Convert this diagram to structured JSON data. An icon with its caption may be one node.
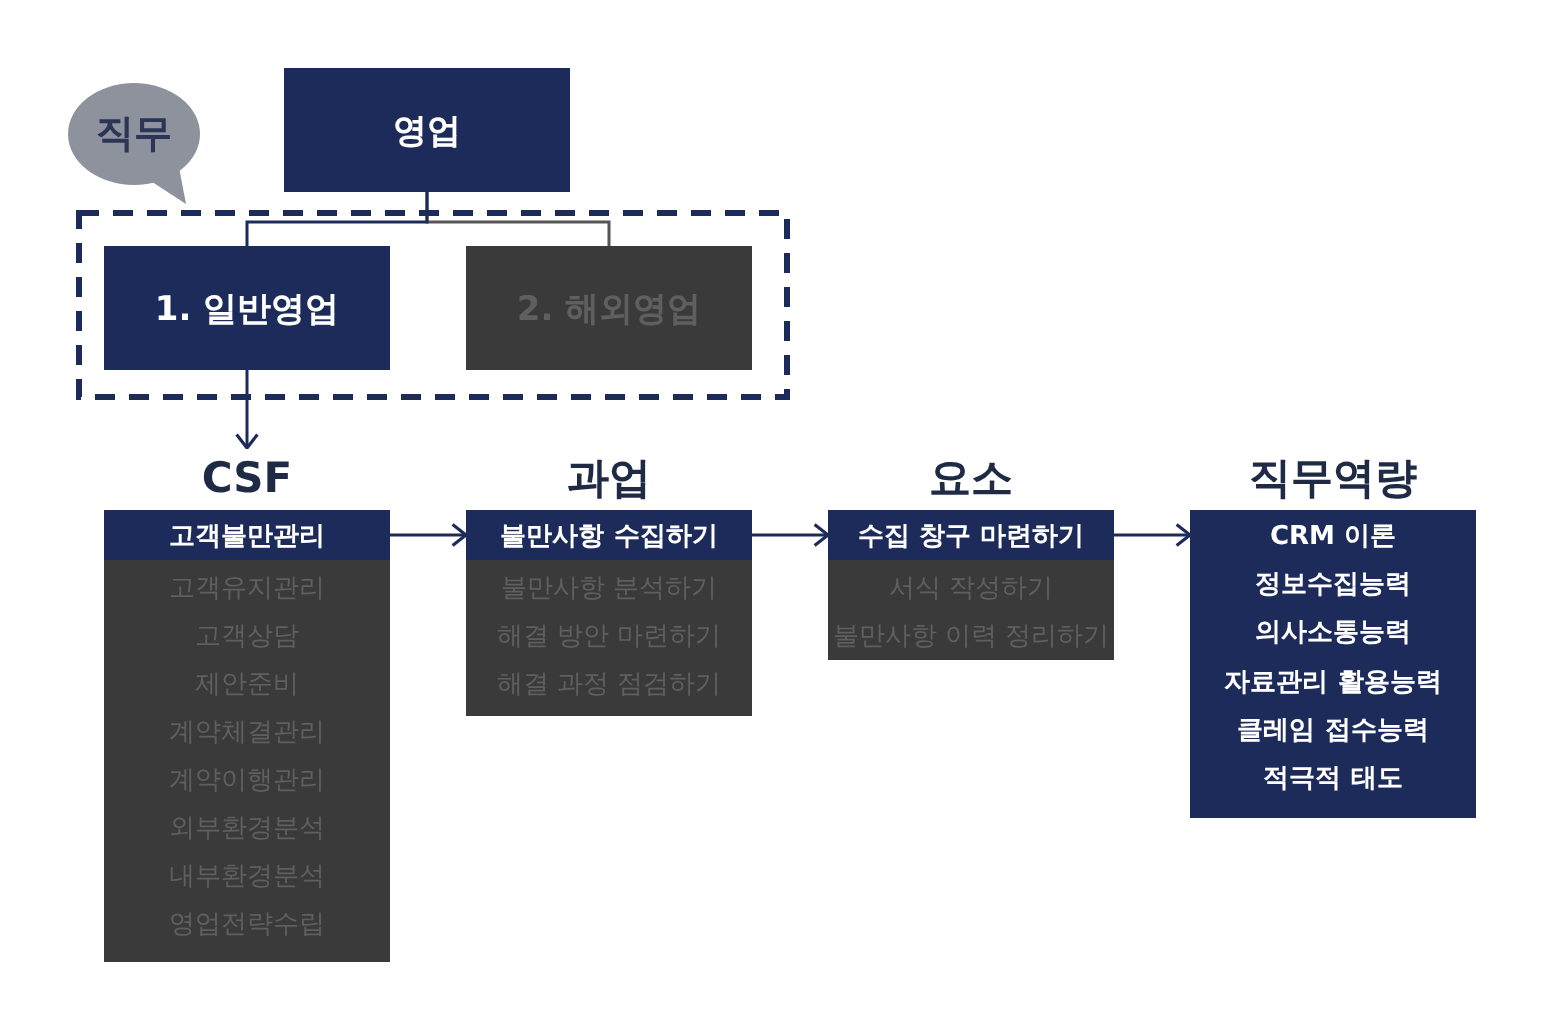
{
  "diagram": {
    "nodes": [
      {
        "text": [
          "직무"
        ]
      },
      {
        "text": [
          "영업"
        ]
      },
      {
        "text": [],
        "shape": "box"
      },
      {
        "text": [
          "1. 일반영업"
        ],
        "in": 2
      },
      {
        "text": [
          "2. 해외영업"
        ],
        "in": 2
      },
      {
        "text": [
          "CSF",
          "고객유지관리",
          "고객상담",
          "제안준비",
          "계약체결관리",
          "계약이행관리",
          "외부환경분석",
          "내부환경분석",
          "영업전략수립"
        ]
      },
      {
        "text": [
          "고객불만관리"
        ],
        "in": 5
      },
      {
        "text": [
          "과업",
          "불만사항 분석하기",
          "해결 방안 마련하기",
          "해결 과정 점검하기"
        ]
      },
      {
        "text": [
          "불만사항 수집하기"
        ],
        "in": 7
      },
      {
        "text": [
          "요소",
          "서식 작성하기",
          "불만사항 이력 정리하기"
        ]
      },
      {
        "text": [
          "수집 창구 마련하기"
        ],
        "in": 9
      },
      {
        "text": [
          "직무역량",
          "CRM 이론",
          "정보수집능력",
          "의사소통능력",
          "자료관리 활용능력",
          "클레임 접수능력",
          "적극적 태도"
        ]
      }
    ],
    "edges": [
      {
        "from": 1,
        "to": 3,
        "arrow": "none"
      },
      {
        "from": 1,
        "to": 4,
        "arrow": "none",
        "color": "#555555"
      },
      {
        "from": 3,
        "to": 5,
        "arrow": "to"
      },
      {
        "from": 6,
        "to": 8,
        "arrow": "to"
      },
      {
        "from": 8,
        "to": 10,
        "arrow": "to"
      },
      {
        "from": 10,
        "to": 11,
        "arrow": "to"
      }
    ]
  }
}
